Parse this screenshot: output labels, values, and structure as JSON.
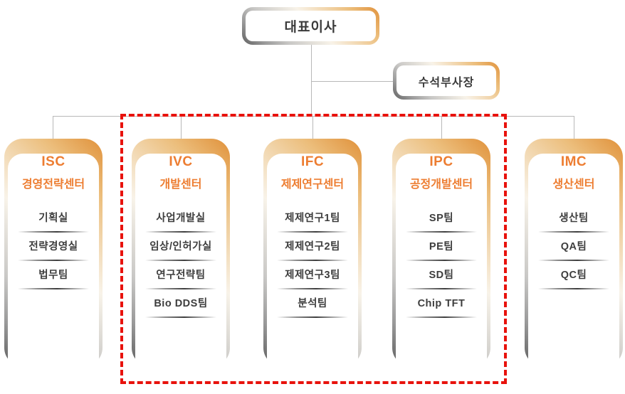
{
  "org_chart": {
    "ceo": {
      "label": "대표이사"
    },
    "vice": {
      "label": "수석부사장"
    },
    "centers": [
      {
        "code": "ISC",
        "name": "경영전략센터",
        "teams": [
          "기획실",
          "전략경영실",
          "법무팀"
        ]
      },
      {
        "code": "IVC",
        "name": "개발센터",
        "teams": [
          "사업개발실",
          "임상/인허가실",
          "연구전략팀",
          "Bio DDS팀"
        ]
      },
      {
        "code": "IFC",
        "name": "제제연구센터",
        "teams": [
          "제제연구1팀",
          "제제연구2팀",
          "제제연구3팀",
          "분석팀"
        ]
      },
      {
        "code": "IPC",
        "name": "공정개발센터",
        "teams": [
          "SP팀",
          "PE팀",
          "SD팀",
          "Chip TFT"
        ]
      },
      {
        "code": "IMC",
        "name": "생산센터",
        "teams": [
          "생산팀",
          "QA팀",
          "QC팀"
        ]
      }
    ],
    "highlight": {
      "shape": "red-dashed-rectangle",
      "contains": [
        "IVC",
        "IFC",
        "IPC"
      ]
    },
    "colors": {
      "accent_orange_text": "#ed7d31",
      "border_gradient_orange": "#e0913a",
      "border_gradient_gray": "#5f5f5f",
      "highlight_red": "#e8120c",
      "connector_gray": "#b8b8b8",
      "team_text": "#3d3d3d",
      "background": "#ffffff"
    }
  }
}
